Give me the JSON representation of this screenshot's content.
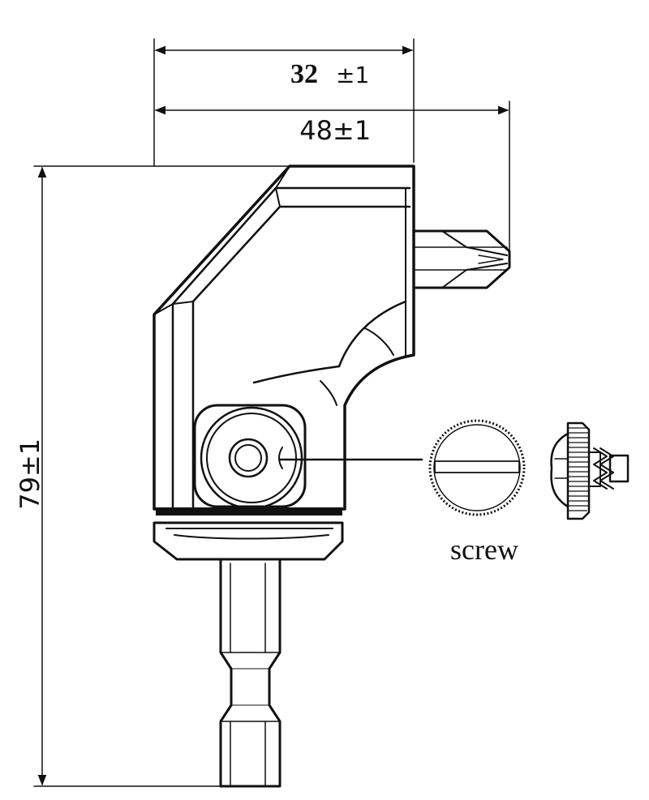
{
  "dimensions": {
    "width_inner": {
      "value": "32",
      "tolerance": "±1"
    },
    "width_outer": {
      "value": "48",
      "tolerance": "±1"
    },
    "height": {
      "value": "79",
      "tolerance": "±1"
    }
  },
  "callout": {
    "label": "screw"
  }
}
